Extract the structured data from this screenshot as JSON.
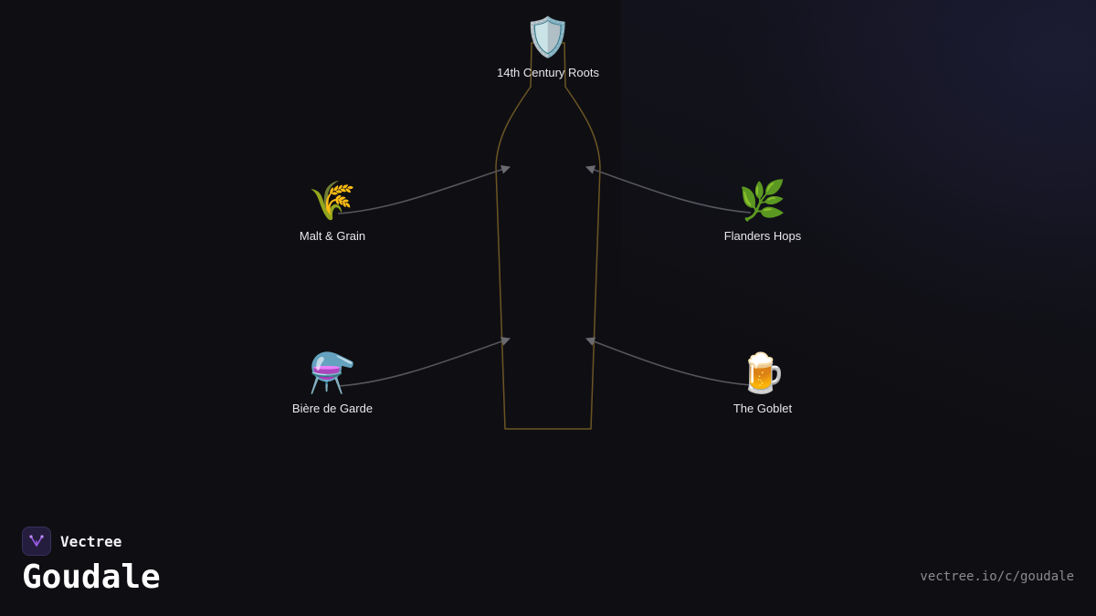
{
  "diagram": {
    "nodes": [
      {
        "id": "roots",
        "label": "14th Century Roots",
        "icon": "shield-icon",
        "glyph": "🛡️"
      },
      {
        "id": "malt",
        "label": "Malt & Grain",
        "icon": "wheat-icon",
        "glyph": "🌾"
      },
      {
        "id": "hops",
        "label": "Flanders Hops",
        "icon": "herb-icon",
        "glyph": "🌿"
      },
      {
        "id": "garde",
        "label": "Bière de Garde",
        "icon": "flask-icon",
        "glyph": "⚗️"
      },
      {
        "id": "goblet",
        "label": "The Goblet",
        "icon": "beer-mug-icon",
        "glyph": "🍺"
      }
    ],
    "edges": [
      {
        "from": "malt",
        "to": "bottle"
      },
      {
        "from": "hops",
        "to": "bottle"
      },
      {
        "from": "garde",
        "to": "bottle"
      },
      {
        "from": "goblet",
        "to": "bottle"
      }
    ],
    "colors": {
      "bottle_outline": "#6b5524",
      "edge": "#55555b",
      "arrowhead": "#6a6a70",
      "background": "#0f0f13"
    }
  },
  "branding": {
    "name": "Vectree",
    "title": "Goudale",
    "url": "vectree.io/c/goudale",
    "logo_icon": "vectree-logo-icon",
    "accent": "#9b5de5"
  }
}
